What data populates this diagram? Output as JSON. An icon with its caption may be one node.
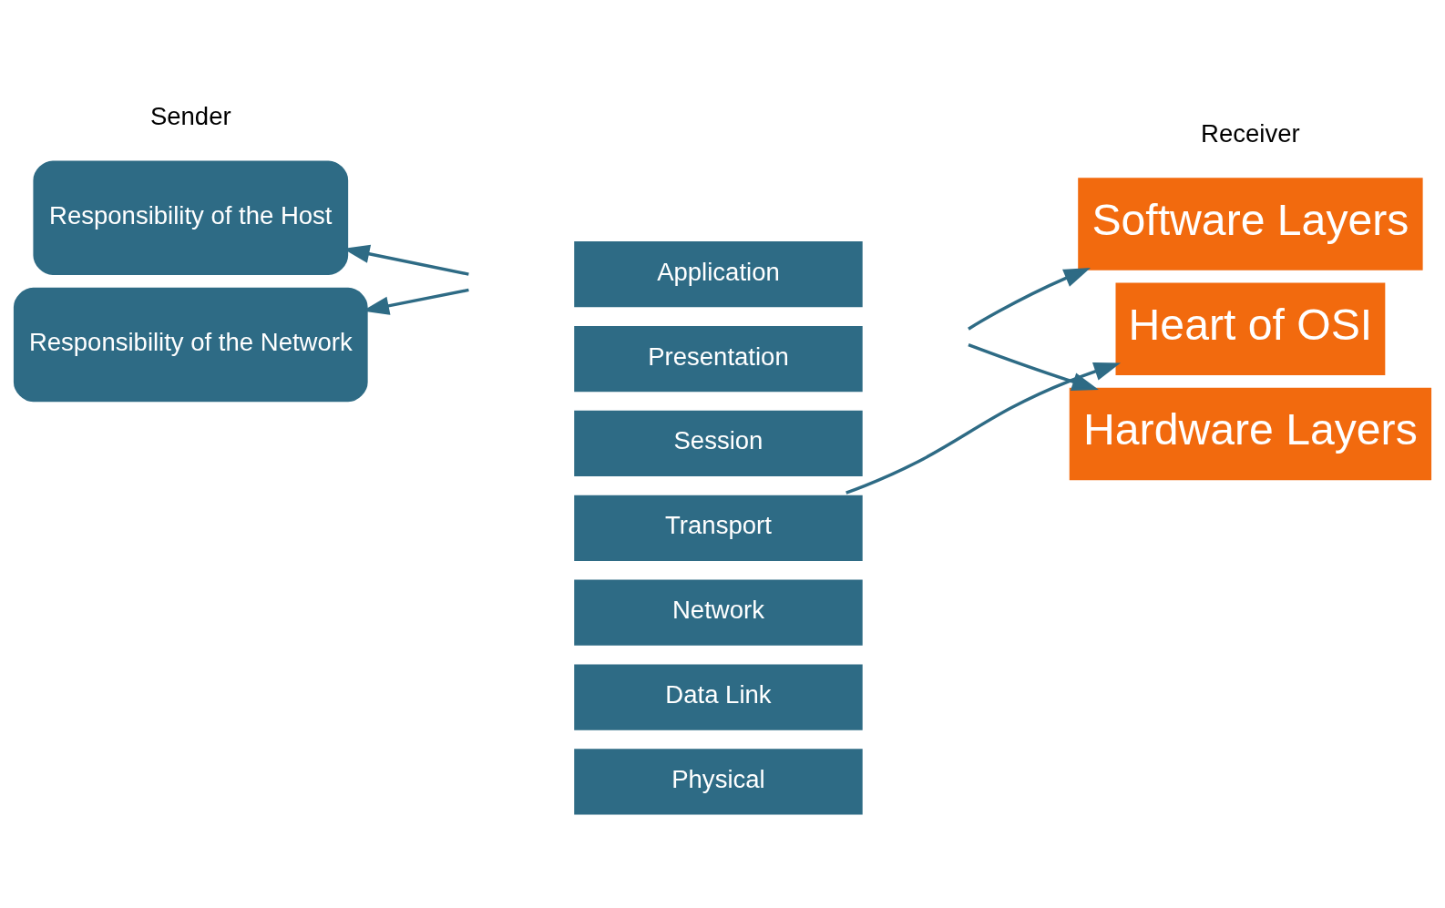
{
  "diagram": {
    "nodes": [
      {
        "text": [
          "Responsibility of the Host"
        ]
      },
      {
        "text": [
          "Responsibility of the Network"
        ]
      },
      {
        "text": [
          "Application"
        ]
      },
      {
        "text": [
          "Presentation"
        ]
      },
      {
        "text": [
          "Session"
        ]
      },
      {
        "text": [
          "Transport"
        ]
      },
      {
        "text": [
          "Network"
        ]
      },
      {
        "text": [
          "Data Link"
        ]
      },
      {
        "text": [
          "Physical"
        ]
      },
      {
        "text": [
          "Software Layers"
        ]
      },
      {
        "text": [
          "Heart of OSI"
        ]
      },
      {
        "text": [
          "Hardware Layers"
        ]
      }
    ],
    "edges": [
      {
        "from": null,
        "to": 0,
        "arrow": "to"
      },
      {
        "from": null,
        "to": 1,
        "arrow": "to"
      },
      {
        "from": null,
        "to": 9,
        "arrow": "to"
      },
      {
        "from": 5,
        "to": 10,
        "arrow": "to"
      },
      {
        "from": null,
        "to": 11,
        "arrow": "to"
      }
    ],
    "labels": [
      "Sender",
      "Receiver"
    ]
  }
}
